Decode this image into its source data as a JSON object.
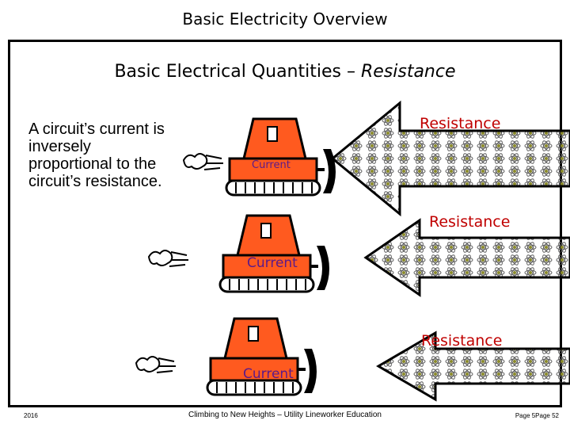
{
  "header": {
    "title": "Basic Electricity Overview"
  },
  "slide": {
    "title_main": "Basic Electrical Quantities – ",
    "title_emph": "Resistance",
    "body": "A circuit’s current is inversely proportional to the circuit’s resistance."
  },
  "diagram": {
    "rows": [
      {
        "resistance_label": "Resistance",
        "current_label": "Current"
      },
      {
        "resistance_label": "Resistance",
        "current_label": "Current"
      },
      {
        "resistance_label": "Resistance",
        "current_label": "Current"
      }
    ]
  },
  "footer": {
    "year": "2016",
    "center": "Climbing to New Heights – Utility Lineworker Education",
    "page": "Page 5Page 52"
  },
  "colors": {
    "bulldozer": "#ff5a1f",
    "resistance_text": "#c00000",
    "current_text": "#5a1a8a"
  },
  "icons": [
    "bulldozer-icon",
    "exhaust-icon",
    "atom-icon",
    "arrow-icon"
  ]
}
